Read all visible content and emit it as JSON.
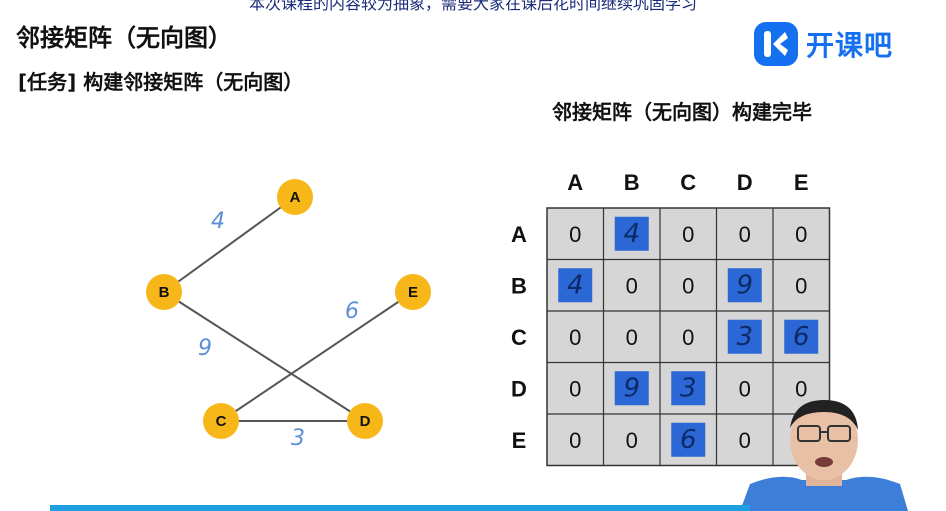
{
  "header": {
    "subtitle_banner": "本次课程的内容较为抽象，需要大家在课后花时间继续巩固学习",
    "title": "邻接矩阵（无向图）",
    "task": "[任务] 构建邻接矩阵（无向图）",
    "logo_text": "开课吧"
  },
  "graph": {
    "nodes": [
      {
        "id": "A",
        "label": "A"
      },
      {
        "id": "B",
        "label": "B"
      },
      {
        "id": "C",
        "label": "C"
      },
      {
        "id": "D",
        "label": "D"
      },
      {
        "id": "E",
        "label": "E"
      }
    ],
    "edges": [
      {
        "from": "B",
        "to": "A",
        "weight": "4"
      },
      {
        "from": "B",
        "to": "D",
        "weight": "9"
      },
      {
        "from": "C",
        "to": "E",
        "weight": "6"
      },
      {
        "from": "C",
        "to": "D",
        "weight": "3"
      }
    ]
  },
  "matrix": {
    "title": "邻接矩阵（无向图）构建完毕",
    "col_headers": [
      "A",
      "B",
      "C",
      "D",
      "E"
    ],
    "row_headers": [
      "A",
      "B",
      "C",
      "D",
      "E"
    ],
    "rows": [
      [
        "0",
        "4",
        "0",
        "0",
        "0"
      ],
      [
        "4",
        "0",
        "0",
        "9",
        "0"
      ],
      [
        "0",
        "0",
        "0",
        "3",
        "6"
      ],
      [
        "0",
        "9",
        "3",
        "0",
        "0"
      ],
      [
        "0",
        "0",
        "6",
        "0",
        ""
      ]
    ],
    "highlighted": [
      [
        0,
        1
      ],
      [
        1,
        0
      ],
      [
        1,
        3
      ],
      [
        2,
        3
      ],
      [
        2,
        4
      ],
      [
        3,
        1
      ],
      [
        3,
        2
      ],
      [
        4,
        2
      ]
    ]
  },
  "colors": {
    "node_fill": "#f7b718",
    "highlight": "#2c67d6",
    "edge": "#555555",
    "brand": "#1570f0",
    "accent_bar": "#1f9fe0"
  }
}
